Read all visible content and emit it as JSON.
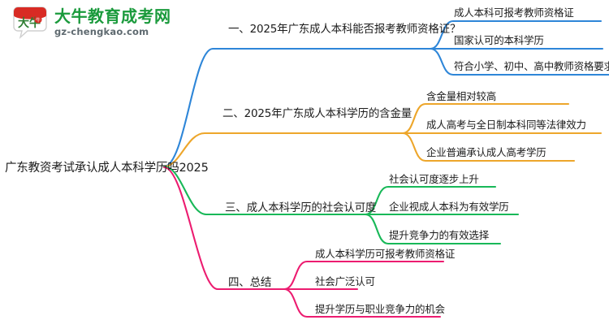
{
  "brand": {
    "logo_icon": "speech-bubble-logo-icon",
    "name": "大牛教育成考网",
    "domain": "gz-chengkao.com",
    "name_color": "#1a9a3c",
    "mark_color": "#d82b24"
  },
  "mindmap": {
    "root": {
      "label": "广东教资考试承认成人本科学历吗2025"
    },
    "branch_colors": {
      "branch_1": "#2e86d8",
      "branch_2": "#eda62b",
      "branch_3": "#18b858",
      "branch_4": "#ec1c70"
    },
    "branches": [
      {
        "id": "branch-1",
        "color": "#2e86d8",
        "label": "一、2025年广东成人本科能否报考教师资格证？",
        "children": [
          {
            "label": "成人本科可报考教师资格证"
          },
          {
            "label": "国家认可的本科学历"
          },
          {
            "label": "符合小学、初中、高中教师资格要求"
          }
        ]
      },
      {
        "id": "branch-2",
        "color": "#eda62b",
        "label": "二、2025年广东成人本科学历的含金量",
        "children": [
          {
            "label": "含金量相对较高"
          },
          {
            "label": "成人高考与全日制本科同等法律效力"
          },
          {
            "label": "企业普遍承认成人高考学历"
          }
        ]
      },
      {
        "id": "branch-3",
        "color": "#18b858",
        "label": "三、成人本科学历的社会认可度",
        "children": [
          {
            "label": "社会认可度逐步上升"
          },
          {
            "label": "企业视成人本科为有效学历"
          },
          {
            "label": "提升竞争力的有效选择"
          }
        ]
      },
      {
        "id": "branch-4",
        "color": "#ec1c70",
        "label": "四、总结",
        "children": [
          {
            "label": "成人本科学历可报考教师资格证"
          },
          {
            "label": "社会广泛认可"
          },
          {
            "label": "提升学历与职业竞争力的机会"
          }
        ]
      }
    ]
  }
}
